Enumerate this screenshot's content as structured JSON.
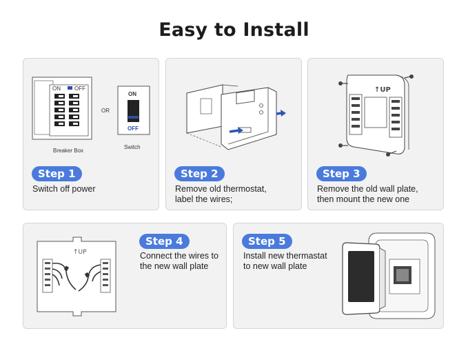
{
  "page": {
    "title": "Easy to Install"
  },
  "steps": [
    {
      "label": "Step 1",
      "lines": [
        "Switch off power"
      ]
    },
    {
      "label": "Step 2",
      "lines": [
        "Remove old thermostat,",
        "label the wires;"
      ]
    },
    {
      "label": "Step 3",
      "lines": [
        "Remove the old wall plate,",
        "then mount the new one"
      ]
    },
    {
      "label": "Step 4",
      "lines": [
        "Connect the wires to",
        "the new wall plate"
      ]
    },
    {
      "label": "Step 5",
      "lines": [
        "Install new thermastat",
        "to new wall plate"
      ]
    }
  ],
  "illustration1": {
    "breaker_box_caption": "Breaker Box",
    "switch_caption": "Switch",
    "or_text": "OR",
    "on_label": "ON",
    "off_label": "OFF",
    "switch_on": "ON",
    "switch_off": "OFF"
  },
  "colors": {
    "accent": "#4a7bdc",
    "card_bg": "#f2f2f2",
    "card_border": "#d6d6d6"
  }
}
